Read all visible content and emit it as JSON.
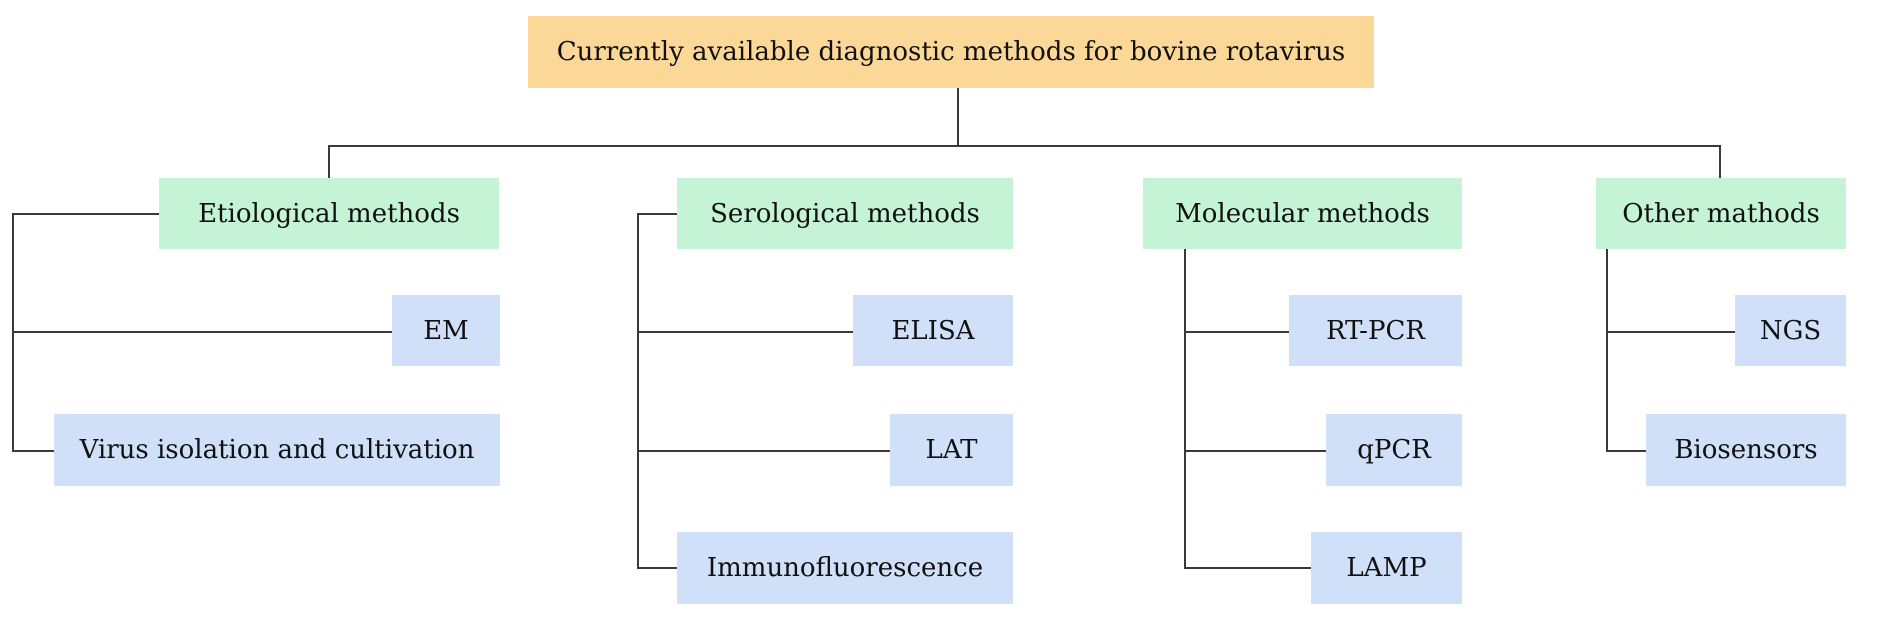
{
  "colors": {
    "root_fill": "#fbd898",
    "category_fill": "#c5f3d6",
    "item_fill": "#cfe0f8",
    "connector": "#3a3a3a"
  },
  "root": {
    "label": "Currently available diagnostic methods for bovine rotavirus"
  },
  "categories": [
    {
      "label": "Etiological methods",
      "items": [
        "EM",
        "Virus isolation and cultivation"
      ]
    },
    {
      "label": "Serological methods",
      "items": [
        "ELISA",
        "LAT",
        "Immunofluorescence"
      ]
    },
    {
      "label": "Molecular methods",
      "items": [
        "RT-PCR",
        "qPCR",
        "LAMP"
      ]
    },
    {
      "label": "Other mathods",
      "items": [
        "NGS",
        "Biosensors"
      ]
    }
  ]
}
